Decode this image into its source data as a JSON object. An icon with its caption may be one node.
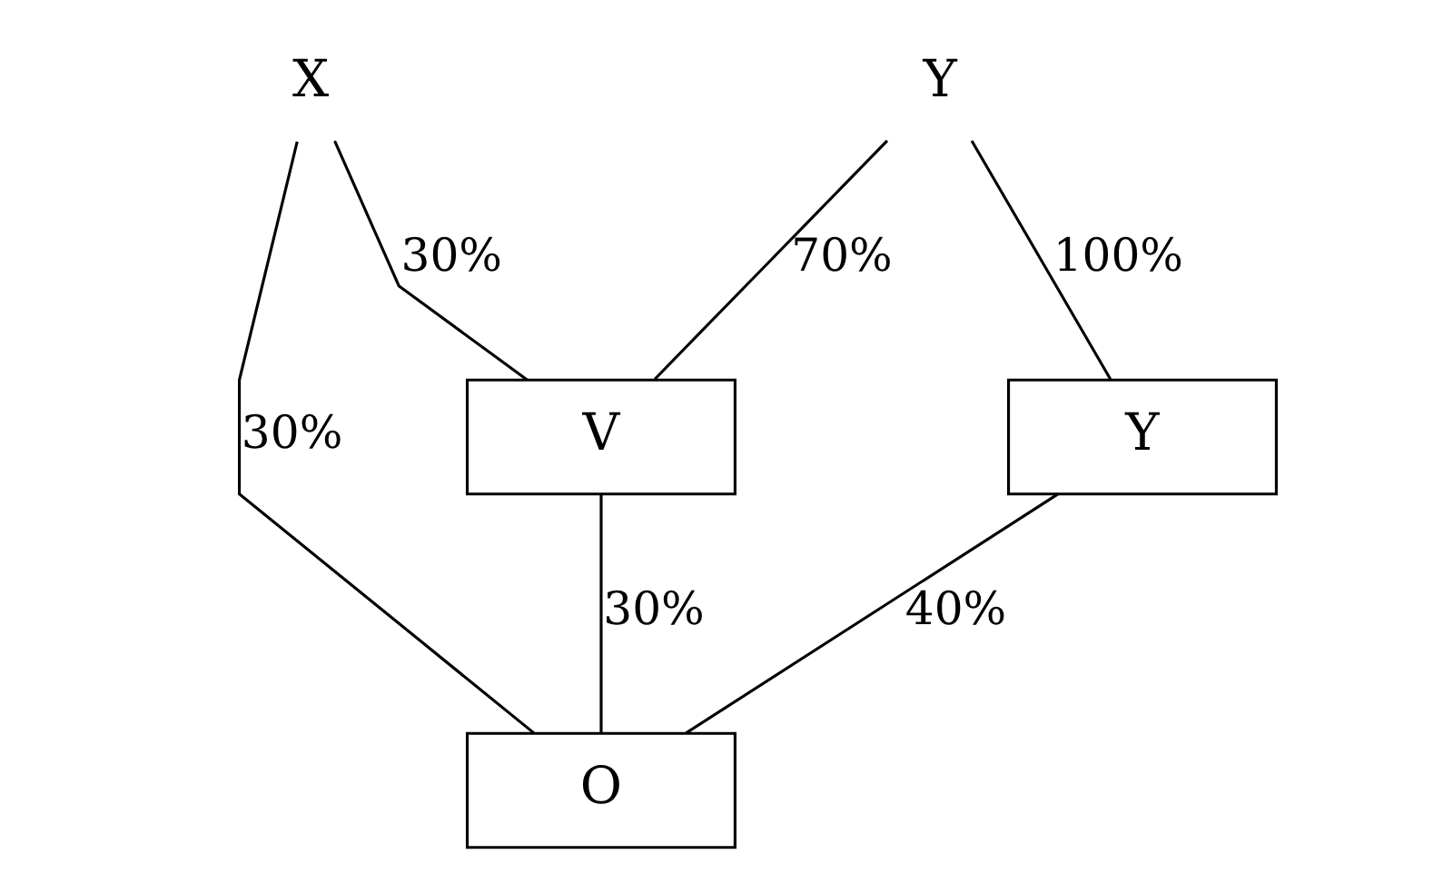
{
  "diagram": {
    "nodes": [
      {
        "text": [
          "X"
        ]
      },
      {
        "text": [
          "Y"
        ]
      },
      {
        "text": [
          "V"
        ]
      },
      {
        "text": [
          "Y"
        ]
      },
      {
        "text": [
          "O"
        ]
      }
    ],
    "edges": [
      {
        "from": 0,
        "to": 2,
        "arrow": "none",
        "label": "30%"
      },
      {
        "from": 1,
        "to": 2,
        "arrow": "none",
        "label": "70%"
      },
      {
        "from": 1,
        "to": 3,
        "arrow": "none",
        "label": "100%"
      },
      {
        "from": 0,
        "to": 4,
        "arrow": "none",
        "label": "30%"
      },
      {
        "from": 2,
        "to": 4,
        "arrow": "none",
        "label": "30%"
      },
      {
        "from": 3,
        "to": 4,
        "arrow": "none",
        "label": "40%"
      }
    ]
  }
}
